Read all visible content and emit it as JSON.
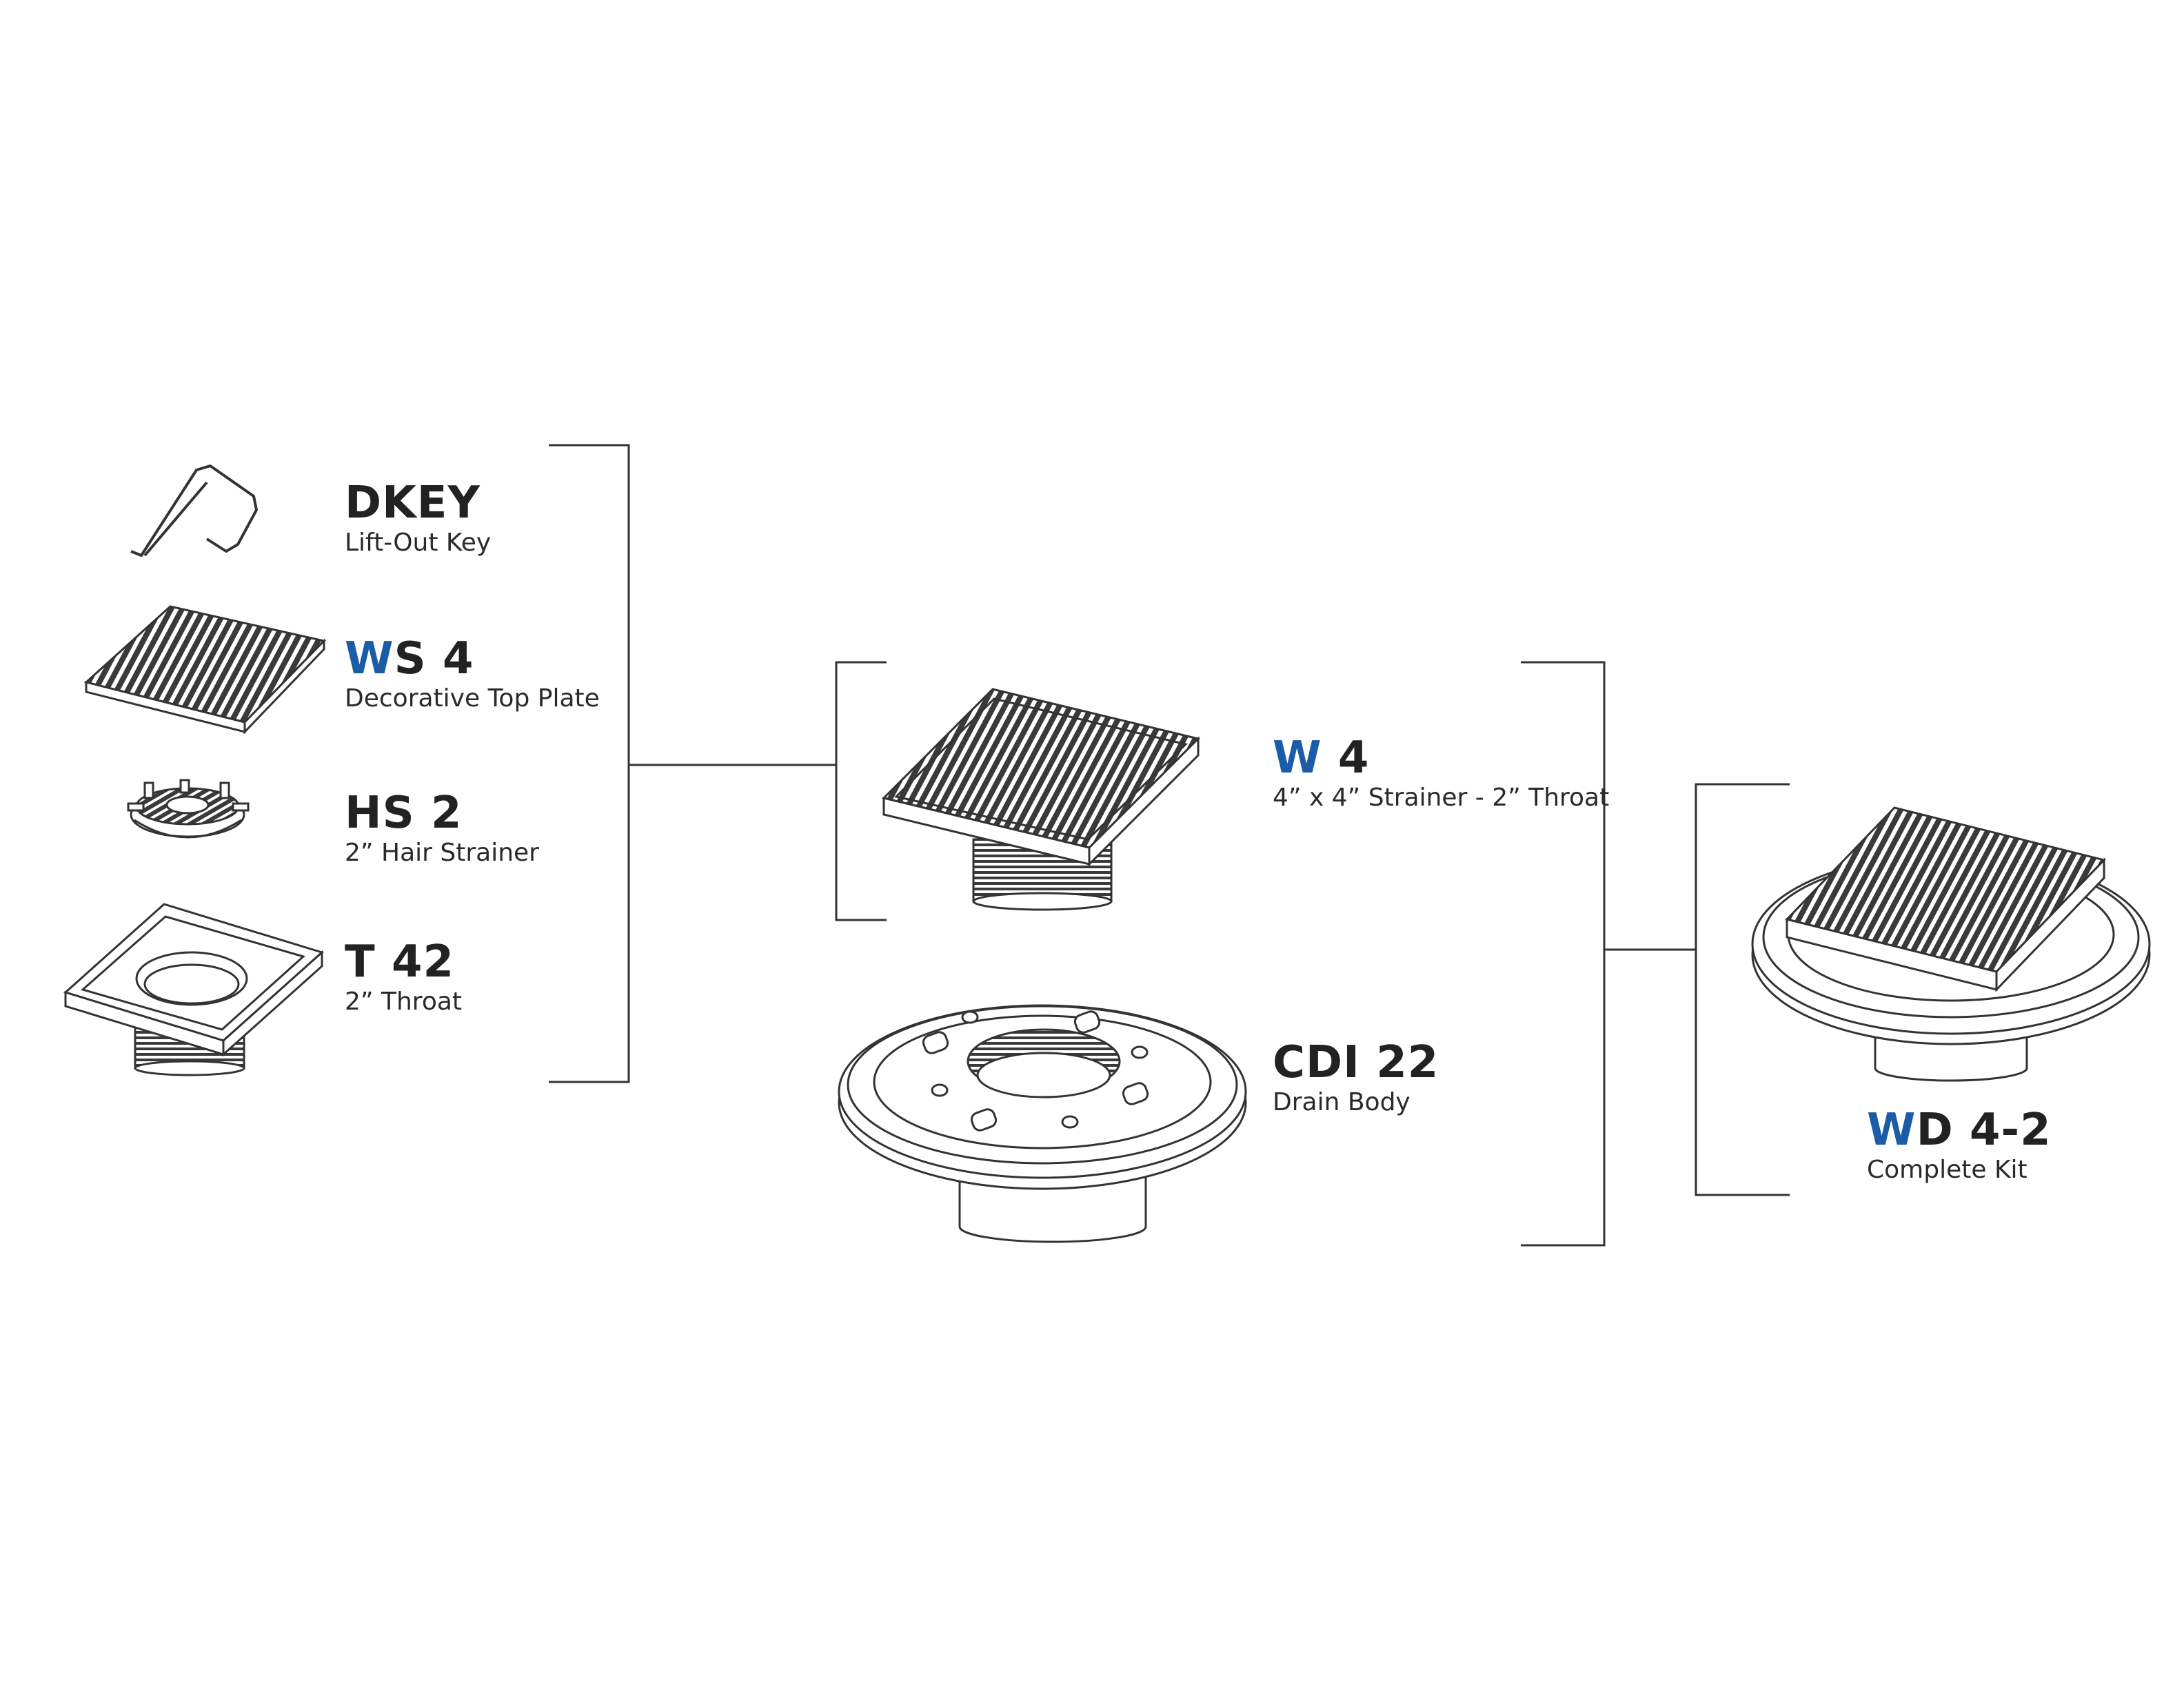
{
  "colors": {
    "accent": "#1a5ca8",
    "ink": "#222222",
    "line": "#333333",
    "background": "#ffffff"
  },
  "parts": {
    "dkey": {
      "code_accent": "",
      "code_rest": "DKEY",
      "desc": "Lift-Out Key"
    },
    "ws4": {
      "code_accent": "W",
      "code_rest": "S 4",
      "desc": "Decorative Top Plate"
    },
    "hs2": {
      "code_accent": "",
      "code_rest": "HS 2",
      "desc": "2” Hair Strainer"
    },
    "t42": {
      "code_accent": "",
      "code_rest": "T 42",
      "desc": "2” Throat"
    },
    "w4": {
      "code_accent": "W",
      "code_rest": " 4",
      "desc": "4” x 4” Strainer - 2” Throat"
    },
    "cdi22": {
      "code_accent": "",
      "code_rest": "CDI 22",
      "desc": "Drain Body"
    },
    "wd42": {
      "code_accent": "W",
      "code_rest": "D 4-2",
      "desc": "Complete Kit"
    }
  },
  "icons": [
    "lift-key-icon",
    "top-plate-icon",
    "hair-strainer-icon",
    "throat-icon",
    "strainer-icon",
    "drain-body-icon",
    "complete-kit-icon"
  ]
}
